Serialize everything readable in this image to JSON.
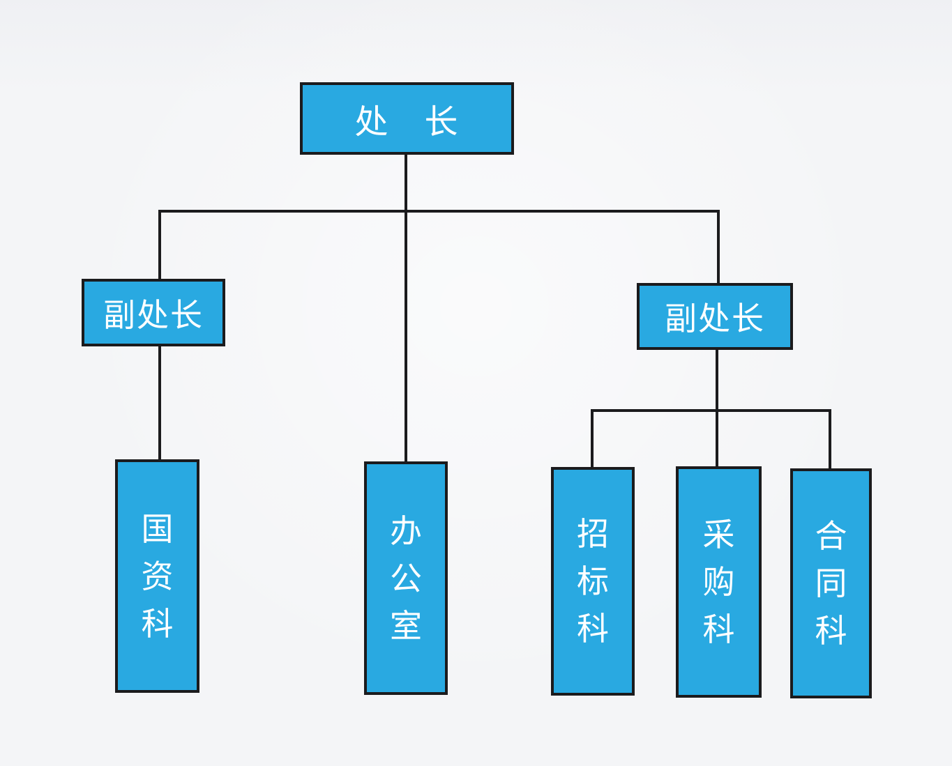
{
  "diagram": {
    "type": "org-chart",
    "colors": {
      "node_fill": "#29a9e1",
      "node_border": "#1b1b1d",
      "connector_line": "#1b1b1d",
      "node_text": "#ffffff",
      "background": "#f4f5f7"
    },
    "nodes": {
      "director": {
        "label": "处　长"
      },
      "deputy_left": {
        "label": "副处长"
      },
      "deputy_right": {
        "label": "副处长"
      },
      "guozi": {
        "label": "国资科",
        "chars": [
          "国",
          "资",
          "科"
        ]
      },
      "office": {
        "label": "办公室",
        "chars": [
          "办",
          "公",
          "室"
        ]
      },
      "zhaobiao": {
        "label": "招标科",
        "chars": [
          "招",
          "标",
          "科"
        ]
      },
      "caigou": {
        "label": "采购科",
        "chars": [
          "采",
          "购",
          "科"
        ]
      },
      "hetong": {
        "label": "合同科",
        "chars": [
          "合",
          "同",
          "科"
        ]
      }
    }
  }
}
